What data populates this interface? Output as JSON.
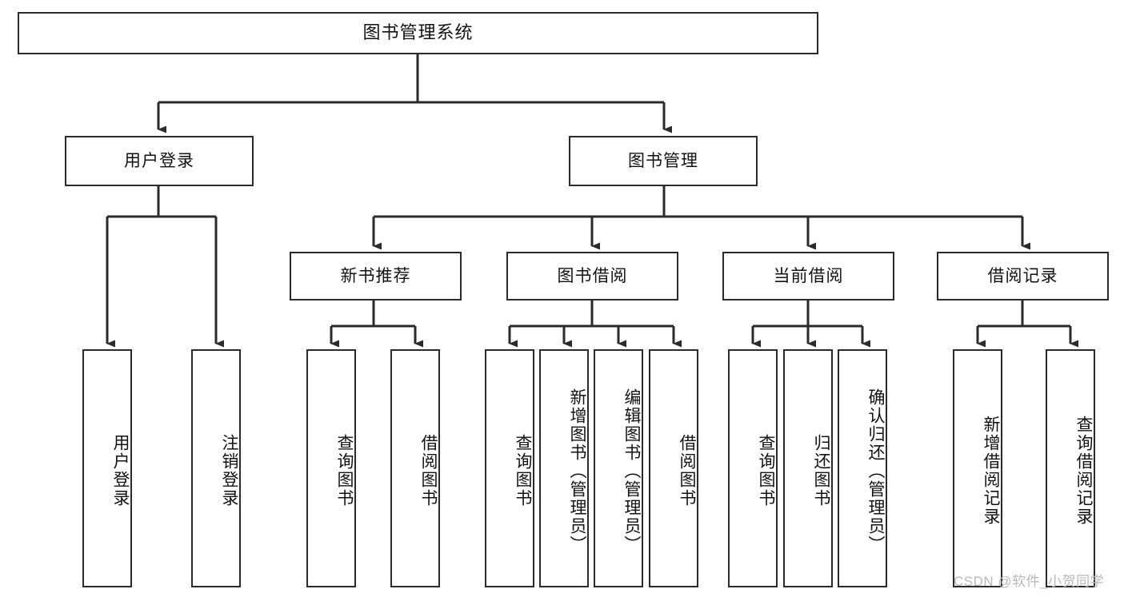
{
  "diagram": {
    "title": "图书管理系统",
    "type": "hierarchy-tree",
    "style": {
      "box_fill": "#ffffff",
      "box_stroke": "#2b2b2b",
      "connector_stroke": "#2b2b2b",
      "text_color": "#121212",
      "background": "#ffffff"
    },
    "root": {
      "label": "图书管理系统"
    },
    "level2": [
      {
        "label": "用户登录"
      },
      {
        "label": "图书管理"
      }
    ],
    "level3": [
      {
        "label": "新书推荐"
      },
      {
        "label": "图书借阅"
      },
      {
        "label": "当前借阅"
      },
      {
        "label": "借阅记录"
      }
    ],
    "leaves": {
      "user_login": [
        {
          "label": "用户登录"
        },
        {
          "label": "注销登录"
        }
      ],
      "new_book_recommend": [
        {
          "label": "查询图书"
        },
        {
          "label": "借阅图书"
        }
      ],
      "book_borrow": [
        {
          "label": "查询图书"
        },
        {
          "label": "新增图书（管理员）"
        },
        {
          "label": "编辑图书（管理员）"
        },
        {
          "label": "借阅图书"
        }
      ],
      "current_borrow": [
        {
          "label": "查询图书"
        },
        {
          "label": "归还图书"
        },
        {
          "label": "确认归还（管理员）"
        }
      ],
      "borrow_record": [
        {
          "label": "新增借阅记录"
        },
        {
          "label": "查询借阅记录"
        }
      ]
    }
  },
  "watermark": {
    "text": "CSDN @软件_小贺同学"
  }
}
